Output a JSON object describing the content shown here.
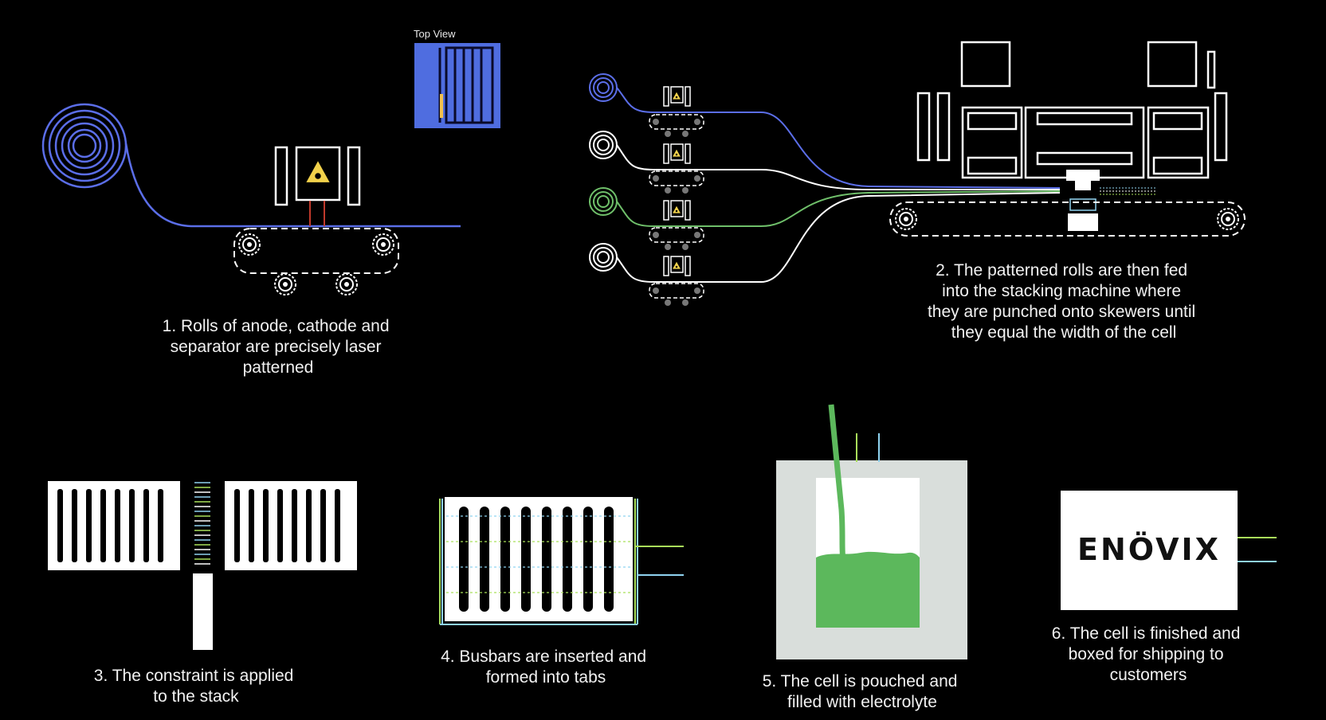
{
  "top_view_label": "Top View",
  "steps": {
    "s1": [
      "1. Rolls of anode, cathode and",
      "separator are precisely laser",
      "patterned"
    ],
    "s2": [
      "2. The patterned rolls are then fed",
      "into the stacking machine where",
      "they are punched onto skewers until",
      "they equal the width of the cell"
    ],
    "s3": [
      "3. The constraint is applied",
      "to the stack"
    ],
    "s4": [
      "4. Busbars are inserted and",
      "formed into tabs"
    ],
    "s5": [
      "5. The cell is pouched and",
      "filled with electrolyte"
    ],
    "s6": [
      "6. The cell is finished and",
      "boxed for shipping to",
      "customers"
    ]
  },
  "brand_logo_text": "ENÖVIX",
  "colors": {
    "background": "#000000",
    "blue": "#5b6ee8",
    "green": "#6fbf6a",
    "lime": "#a9e05a",
    "cyan": "#8fd3f0",
    "white": "#ffffff",
    "pouch": "#d9dedb",
    "electrolyte": "#5cb85c"
  },
  "icons": {
    "laser": "laser-warning-icon",
    "gear": "gear-icon",
    "roll": "spiral-roll-icon"
  }
}
